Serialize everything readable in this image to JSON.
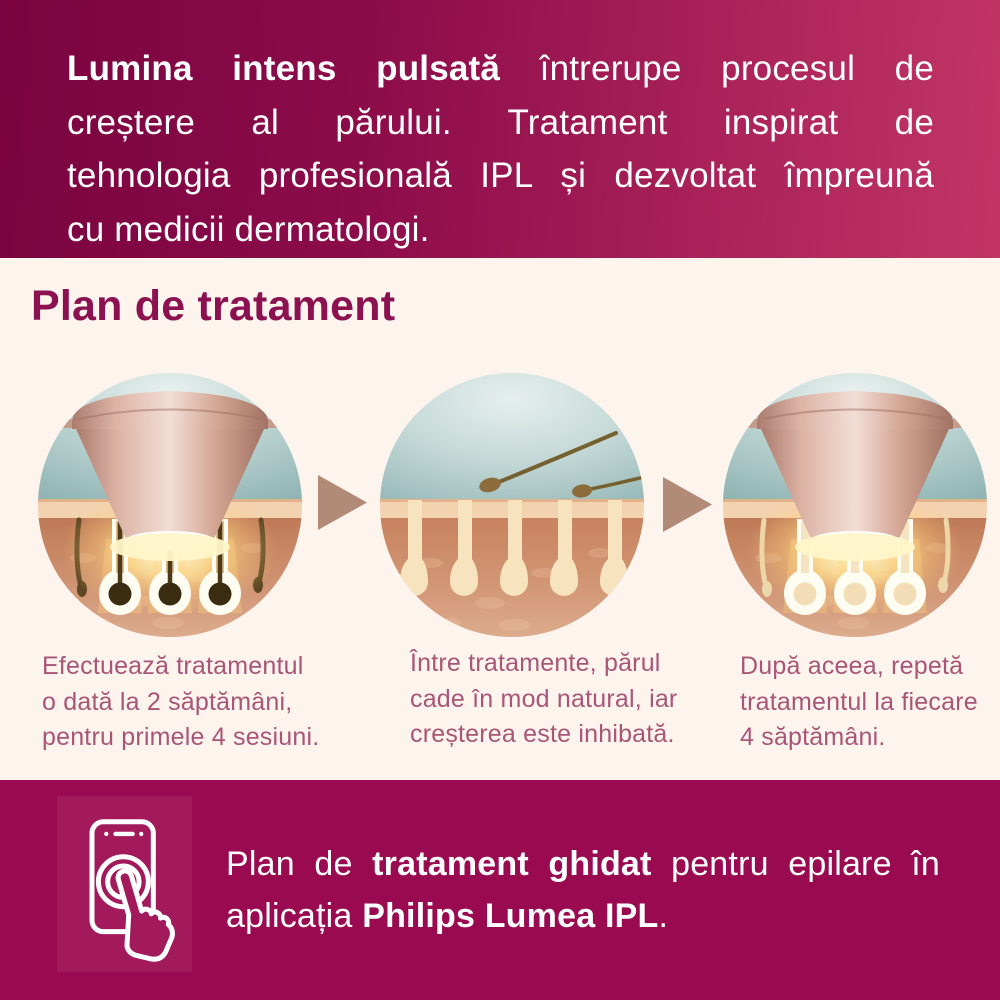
{
  "top_banner": {
    "lines": [
      {
        "segments": [
          {
            "text": "Lumina intens pulsată",
            "bold": true
          },
          {
            "text": " întrerupe procesul de",
            "bold": false
          }
        ]
      },
      {
        "segments": [
          {
            "text": "creștere al părului. Tratament inspirat de",
            "bold": false
          }
        ]
      },
      {
        "segments": [
          {
            "text": "tehnologia profesională IPL și dezvoltat împreună",
            "bold": false
          }
        ]
      },
      {
        "segments": [
          {
            "text": "cu medicii dermatologi.",
            "bold": false
          }
        ]
      }
    ]
  },
  "treatment_plan": {
    "heading": "Plan de tratament",
    "steps": [
      {
        "illustration": "ipl-device-flashing-skin-with-hairs",
        "caption": "Efectuează tratamentul\no dată la 2 săptămâni,\npentru primele 4 sesiuni."
      },
      {
        "illustration": "hairs-falling-out-naturally",
        "caption": "Între tratamente, părul\ncade în mod natural, iar\ncreșterea este inhibată."
      },
      {
        "illustration": "ipl-device-flashing-hair-free-skin",
        "caption": "După aceea, repetă\ntratamentul la fiecare\n 4 săptămâni."
      }
    ],
    "arrow_icon": "arrow-right"
  },
  "bottom_banner": {
    "icon": "phone-tap",
    "lines": [
      {
        "segments": [
          {
            "text": "Plan de ",
            "bold": false
          },
          {
            "text": "tratament ghidat",
            "bold": true
          },
          {
            "text": " pentru epilare în",
            "bold": false
          }
        ]
      },
      {
        "segments": [
          {
            "text": "aplicația ",
            "bold": false
          },
          {
            "text": "Philips Lumea IPL",
            "bold": true
          },
          {
            "text": ".",
            "bold": false
          }
        ]
      }
    ]
  },
  "colors": {
    "banner_gradient_start": "#790340",
    "banner_gradient_end": "#c23565",
    "bottom_banner": "#9a0a50",
    "app_panel": "#a21a5c",
    "cream_background": "#fdf4ed",
    "heading": "#8c1150",
    "caption": "#a85677",
    "arrow": "#b28a78",
    "text_on_banner": "#ffffff"
  }
}
